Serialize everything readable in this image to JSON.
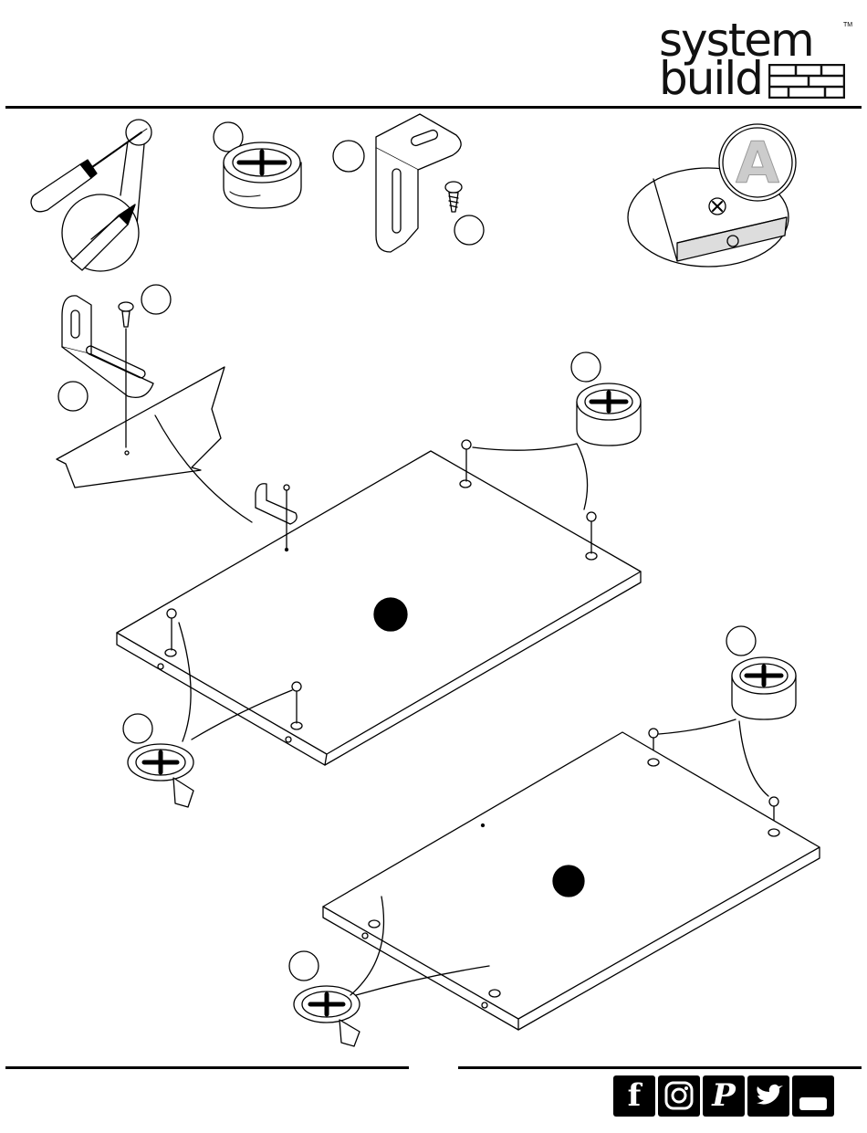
{
  "brand": {
    "line1": "system",
    "line2": "build",
    "trademark": "TM"
  },
  "social_icons": [
    "facebook-icon",
    "instagram-icon",
    "pinterest-icon",
    "twitter-icon",
    "youtube-icon"
  ],
  "callout_label": "A"
}
